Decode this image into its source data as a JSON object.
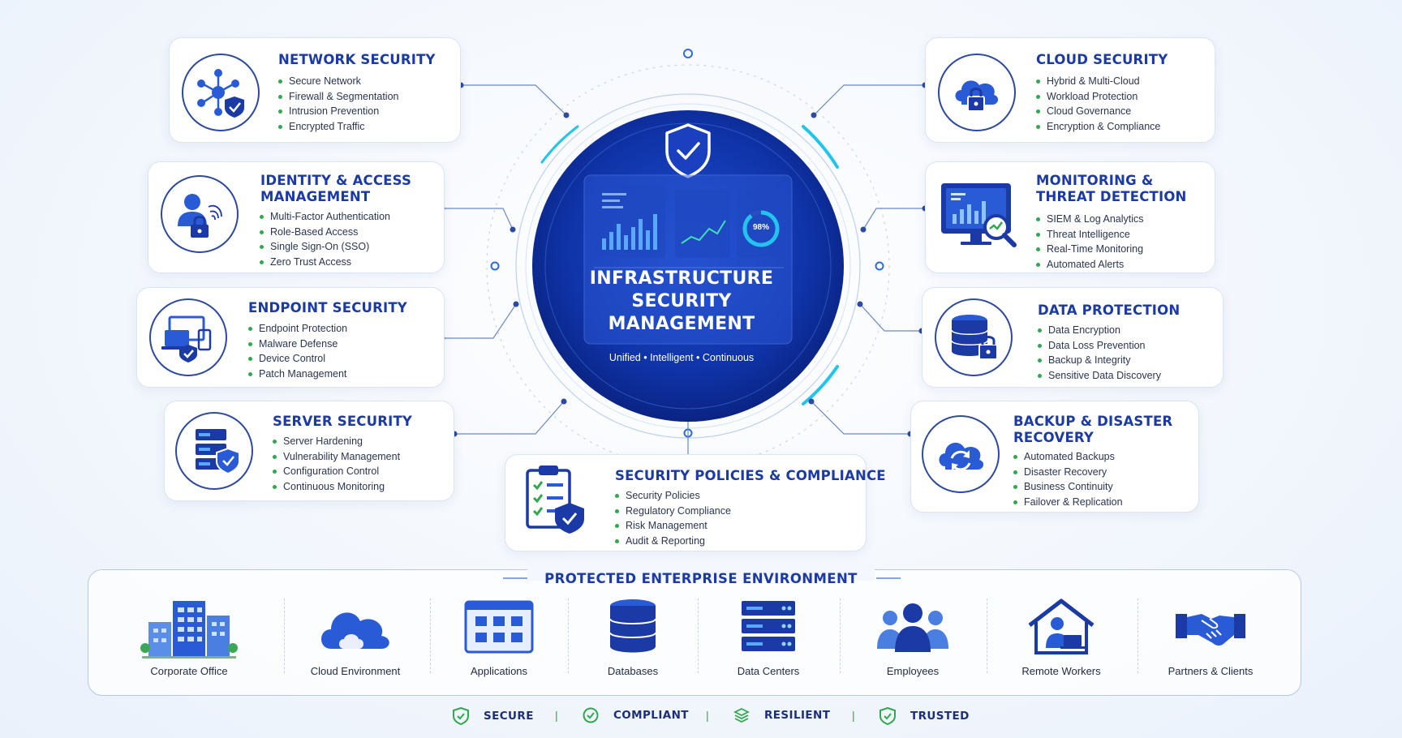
{
  "center": {
    "title_lines": [
      "INFRASTRUCTURE",
      "SECURITY",
      "MANAGEMENT"
    ],
    "tagline": "Unified  •  Intelligent  •  Continuous",
    "gauge_value": "98%"
  },
  "cards": {
    "network": {
      "title": "NETWORK SECURITY",
      "items": [
        "Secure Network",
        "Firewall & Segmentation",
        "Intrusion Prevention",
        "Encrypted Traffic"
      ]
    },
    "identity": {
      "title_lines": [
        "IDENTITY & ACCESS",
        "MANAGEMENT"
      ],
      "items": [
        "Multi-Factor Authentication",
        "Role-Based Access",
        "Single Sign-On (SSO)",
        "Zero Trust Access"
      ]
    },
    "endpoint": {
      "title": "ENDPOINT SECURITY",
      "items": [
        "Endpoint Protection",
        "Malware Defense",
        "Device Control",
        "Patch Management"
      ]
    },
    "server": {
      "title": "SERVER SECURITY",
      "items": [
        "Server Hardening",
        "Vulnerability Management",
        "Configuration Control",
        "Continuous Monitoring"
      ]
    },
    "policies": {
      "title": "SECURITY POLICIES & COMPLIANCE",
      "items": [
        "Security Policies",
        "Regulatory Compliance",
        "Risk Management",
        "Audit & Reporting"
      ]
    },
    "cloud": {
      "title": "CLOUD SECURITY",
      "items": [
        "Hybrid & Multi-Cloud",
        "Workload Protection",
        "Cloud Governance",
        "Encryption & Compliance"
      ]
    },
    "monitoring": {
      "title_lines": [
        "MONITORING &",
        "THREAT DETECTION"
      ],
      "items": [
        "SIEM & Log Analytics",
        "Threat Intelligence",
        "Real-Time Monitoring",
        "Automated Alerts"
      ]
    },
    "data": {
      "title": "DATA PROTECTION",
      "items": [
        "Data Encryption",
        "Data Loss Prevention",
        "Backup & Integrity",
        "Sensitive Data Discovery"
      ]
    },
    "backup": {
      "title_lines": [
        "BACKUP & DISASTER",
        "RECOVERY"
      ],
      "items": [
        "Automated Backups",
        "Disaster Recovery",
        "Business Continuity",
        "Failover & Replication"
      ]
    }
  },
  "environment": {
    "title": "PROTECTED ENTERPRISE ENVIRONMENT",
    "items": [
      {
        "label": "Corporate Office",
        "icon": "office-building-icon"
      },
      {
        "label": "Cloud Environment",
        "icon": "cloud-icon"
      },
      {
        "label": "Applications",
        "icon": "app-window-icon"
      },
      {
        "label": "Databases",
        "icon": "database-icon"
      },
      {
        "label": "Data Centers",
        "icon": "server-rack-icon"
      },
      {
        "label": "Employees",
        "icon": "people-icon"
      },
      {
        "label": "Remote Workers",
        "icon": "remote-worker-icon"
      },
      {
        "label": "Partners & Clients",
        "icon": "handshake-icon"
      }
    ]
  },
  "footer": {
    "badges": [
      "SECURE",
      "COMPLIANT",
      "RESILIENT",
      "TRUSTED"
    ],
    "separator": "|"
  },
  "colors": {
    "primary_blue": "#1b3aa6",
    "dark_navy": "#0e2a8c",
    "accent_cyan": "#22c4ee",
    "bullet_green": "#2fa84f",
    "icon_blue": "#2a5bd7"
  }
}
